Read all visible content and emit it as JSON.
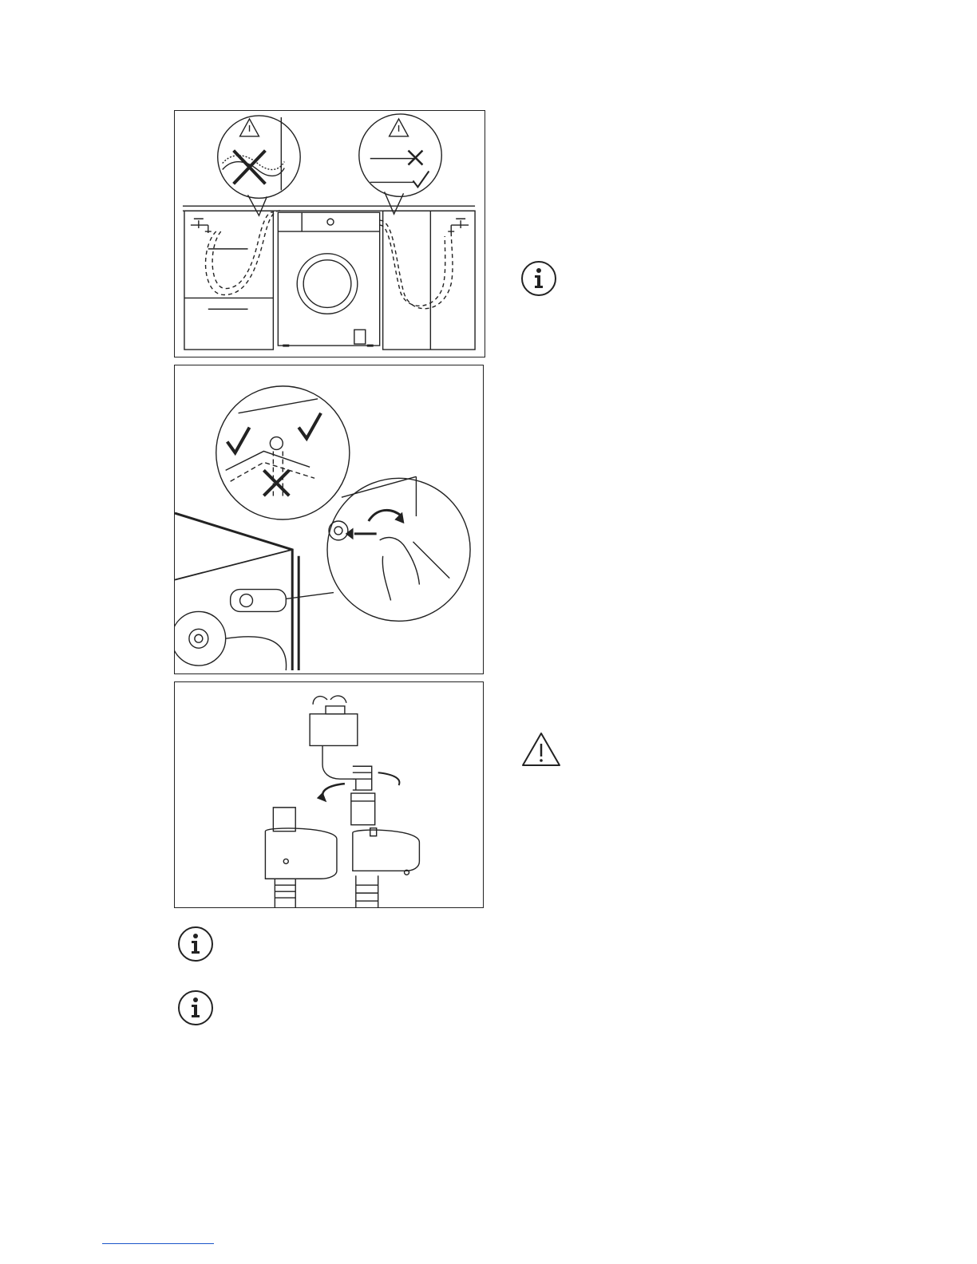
{
  "figures": [
    {
      "id": "hose-routing",
      "icon": "hose-routing-illustration"
    },
    {
      "id": "inlet-angle",
      "icon": "inlet-hose-angle-illustration"
    },
    {
      "id": "tap-connection",
      "icon": "tap-connection-illustration"
    }
  ],
  "notes": [
    {
      "type": "info",
      "icon": "info-icon"
    },
    {
      "type": "warning",
      "icon": "warning-icon"
    },
    {
      "type": "info",
      "icon": "info-icon"
    },
    {
      "type": "info",
      "icon": "info-icon"
    }
  ],
  "colors": {
    "line": "#222222",
    "footer_rule": "#1a56c9"
  }
}
